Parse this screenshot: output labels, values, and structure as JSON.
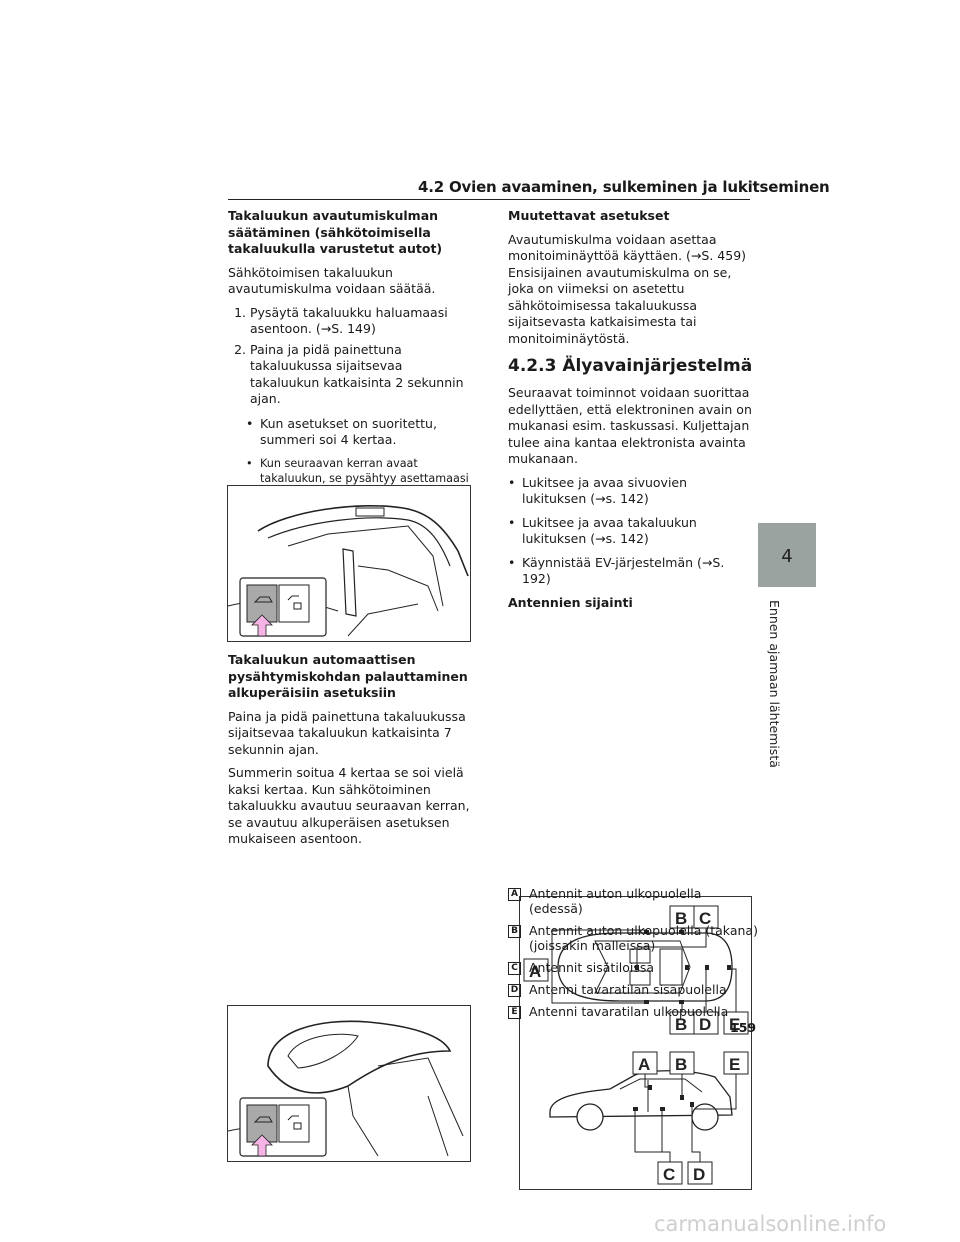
{
  "header": {
    "title": "4.2  Ovien avaaminen, sulkeminen ja lukitseminen"
  },
  "left": {
    "heading1": "Takaluukun avautumiskulman säätäminen (sähkötoimisella takaluukulla varustetut autot)",
    "intro1": "Sähkötoimisen takaluukun avautumiskulma voidaan säätää.",
    "steps": [
      {
        "num": "1.",
        "text": "Pysäytä takaluukku haluamaasi asentoon. (→S. 149)"
      },
      {
        "num": "2.",
        "text": "Paina ja pidä painettuna takaluukussa sijaitsevaa takaluukun katkaisinta 2 sekunnin ajan."
      }
    ],
    "step_bullets": [
      "Kun asetukset on suoritettu, summeri soi 4 kertaa.",
      "Kun seuraavan kerran avaat takaluukun, se pysähtyy asettamaasi asentoon."
    ],
    "heading2": "Takaluukun automaattisen pysähtymiskohdan palauttaminen alkuperäisiin asetuksiin",
    "para2": "Paina ja pidä painettuna takaluukussa sijaitsevaa takaluukun katkaisinta 7 sekunnin ajan.",
    "para3": "Summerin soitua 4 kertaa se soi vielä kaksi kertaa. Kun sähkötoiminen takaluukku avautuu seuraavan kerran, se avautuu alkuperäisen asetuksen mukaiseen asentoon."
  },
  "right": {
    "heading1": "Muutettavat asetukset",
    "para1": "Avautumiskulma voidaan asettaa monitoiminäyttöä käyttäen. (→S. 459) Ensisijainen avautumiskulma on se, joka on viimeksi on asetettu sähkötoimisessa takaluukussa sijaitsevasta katkaisimesta tai monitoiminäytöstä.",
    "section_title": "4.2.3  Älyavainjärjestelmä",
    "para2": "Seuraavat toiminnot voidaan suorittaa edellyttäen, että elektroninen avain on mukanasi esim. taskussasi. Kuljettajan tulee aina kantaa elektronista avainta mukanaan.",
    "bullets": [
      "Lukitsee ja avaa sivuovien lukituksen (→s. 142)",
      "Lukitsee ja avaa takaluukun lukituksen (→s. 142)",
      "Käynnistää EV-järjestelmän (→S. 192)"
    ],
    "heading2": "Antennien sijainti",
    "legend": [
      {
        "key": "A",
        "text": "Antennit auton ulkopuolella (edessä)"
      },
      {
        "key": "B",
        "text": "Antennit auton ulkopuolella (takana) (joissakin malleissa)"
      },
      {
        "key": "C",
        "text": "Antennit sisätiloissa"
      },
      {
        "key": "D",
        "text": "Antenni tavaratilan sisäpuolella"
      },
      {
        "key": "E",
        "text": "Antenni tavaratilan ulkopuolella"
      }
    ],
    "diagram_labels": {
      "a": "A",
      "b": "B",
      "c": "C",
      "d": "D",
      "e": "E"
    }
  },
  "side": {
    "chapter_num": "4",
    "chapter_title": "Ennen ajamaan lähtemistä"
  },
  "page_number": "159",
  "watermark": "carmanualsonline.info",
  "colors": {
    "arrow_pink": "#f6b4e6",
    "tab_gray": "#9aa39f",
    "switch_gray": "#a9a9a9"
  }
}
